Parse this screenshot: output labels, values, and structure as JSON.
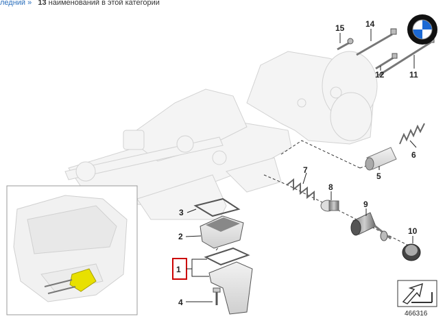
{
  "breadcrumb": {
    "prev_link": "ледний »",
    "count": "13",
    "rest": "наименований в этой категории"
  },
  "parts": [
    {
      "id": "p1",
      "label": "1"
    },
    {
      "id": "p2",
      "label": "2"
    },
    {
      "id": "p3",
      "label": "3"
    },
    {
      "id": "p4",
      "label": "4"
    },
    {
      "id": "p5",
      "label": "5"
    },
    {
      "id": "p6",
      "label": "6"
    },
    {
      "id": "p7",
      "label": "7"
    },
    {
      "id": "p8",
      "label": "8"
    },
    {
      "id": "p9",
      "label": "9"
    },
    {
      "id": "p10",
      "label": "10"
    },
    {
      "id": "p11",
      "label": "11"
    },
    {
      "id": "p12",
      "label": "12"
    },
    {
      "id": "p14",
      "label": "14"
    },
    {
      "id": "p15",
      "label": "15"
    }
  ],
  "diagram_ref": "466316",
  "colors": {
    "highlight_box": "#cc0000",
    "link": "#2a6ebb",
    "part_outline": "#9a9a9a",
    "inset_highlight": "#e8e000"
  }
}
